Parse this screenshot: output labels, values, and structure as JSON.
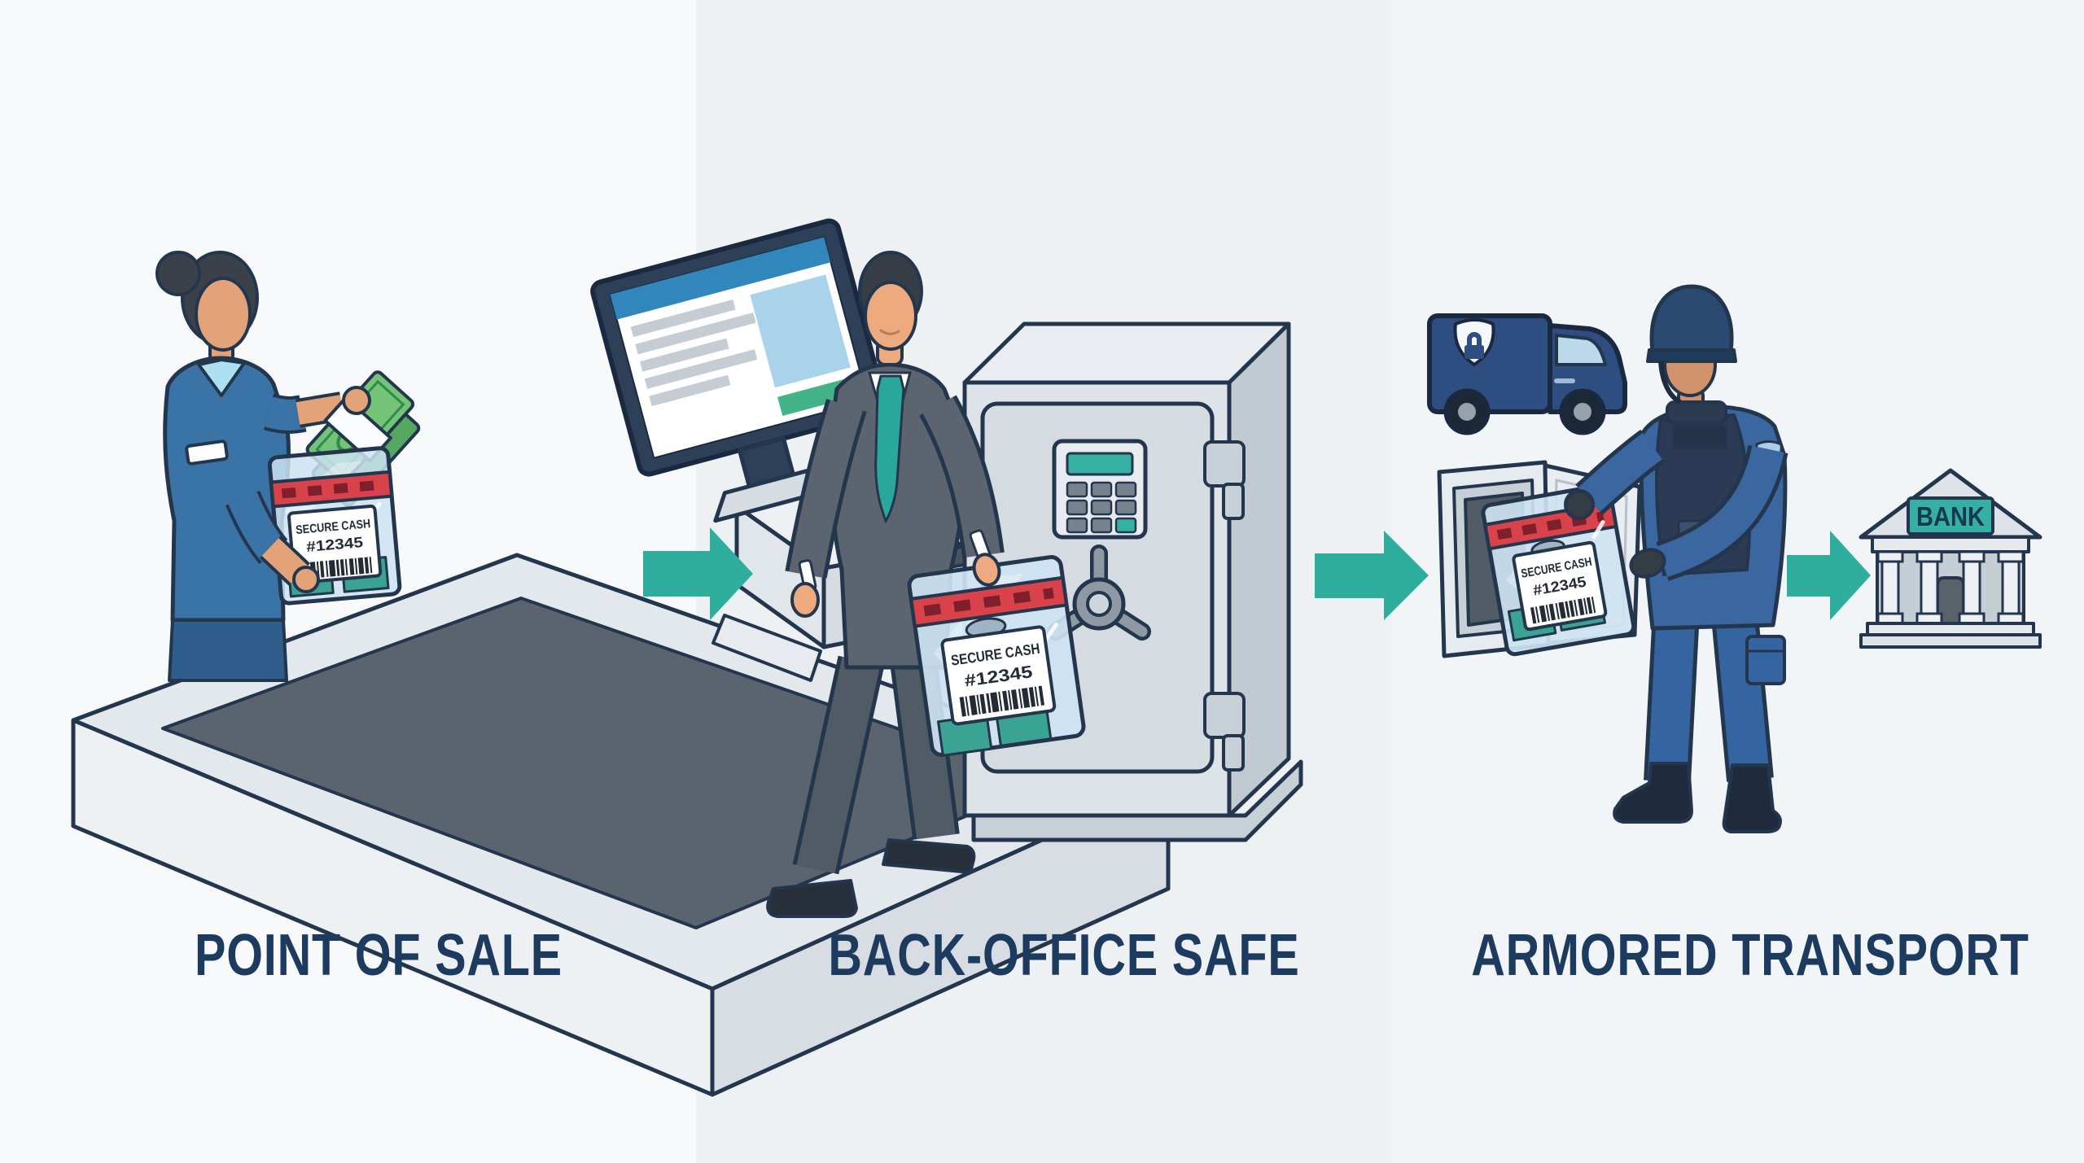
{
  "panels": [
    {
      "id": "point-of-sale",
      "title": "POINT OF SALE"
    },
    {
      "id": "back-office-safe",
      "title": "BACK-OFFICE SAFE"
    },
    {
      "id": "armored-transport",
      "title": "ARMORED TRANSPORT"
    }
  ],
  "cash_bag": {
    "label_title": "SECURE CASH",
    "label_number": "#12345"
  },
  "bank": {
    "sign_text": "BANK"
  },
  "colors": {
    "accent_teal": "#2fae9e",
    "title_navy": "#1d3a5f",
    "tamper_red": "#d8434b",
    "bag_blue": "#cde3f2",
    "outline_navy": "#24364d",
    "truck_blue": "#2e4d80",
    "uniform_blue": "#3a67a0",
    "suit_gray": "#5c656f",
    "panel_bg_left": "#f7f9fb",
    "panel_bg_middle": "#edf1f4",
    "panel_bg_right": "#f2f5f7"
  },
  "icons": [
    {
      "name": "armored-truck-icon"
    },
    {
      "name": "shield-lock-icon"
    },
    {
      "name": "bank-icon"
    },
    {
      "name": "flow-arrow-icon"
    },
    {
      "name": "barcode-icon"
    }
  ]
}
